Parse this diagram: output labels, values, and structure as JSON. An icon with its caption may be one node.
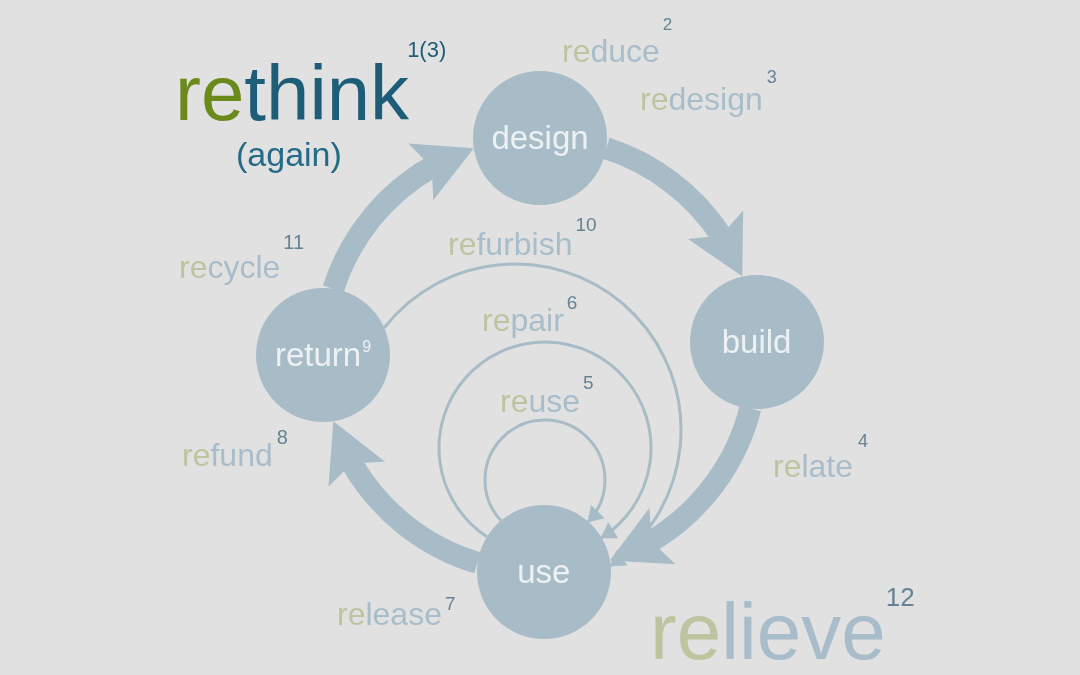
{
  "diagram": {
    "nodes": [
      {
        "text": [
          "design"
        ]
      },
      {
        "text": [
          "build"
        ]
      },
      {
        "text": [
          "use"
        ]
      },
      {
        "text": [
          "return$^{9}$"
        ]
      }
    ],
    "edges": [
      {
        "from": 3,
        "to": 0,
        "arrow": "to"
      },
      {
        "from": 0,
        "to": 1,
        "arrow": "to"
      },
      {
        "from": 1,
        "to": 2,
        "arrow": "to"
      },
      {
        "from": 2,
        "to": 3,
        "arrow": "to"
      },
      {
        "from": 3,
        "to": 2,
        "arrow": "to",
        "label": "refurbish$^{10}$"
      },
      {
        "from": 2,
        "to": 2,
        "arrow": "to",
        "label": "repair$^{6}$"
      },
      {
        "from": 2,
        "to": 2,
        "arrow": "to",
        "label": "reuse$^{5}$"
      }
    ],
    "labels": [
      "rethink$^{1(3)}$",
      "(again)",
      "reduce$^{2}$",
      "redesign$^{3}$",
      "recycle$^{11}$",
      "refund$^{8}$",
      "relate$^{4}$",
      "release$^{7}$",
      "relieve$^{12}$"
    ]
  }
}
